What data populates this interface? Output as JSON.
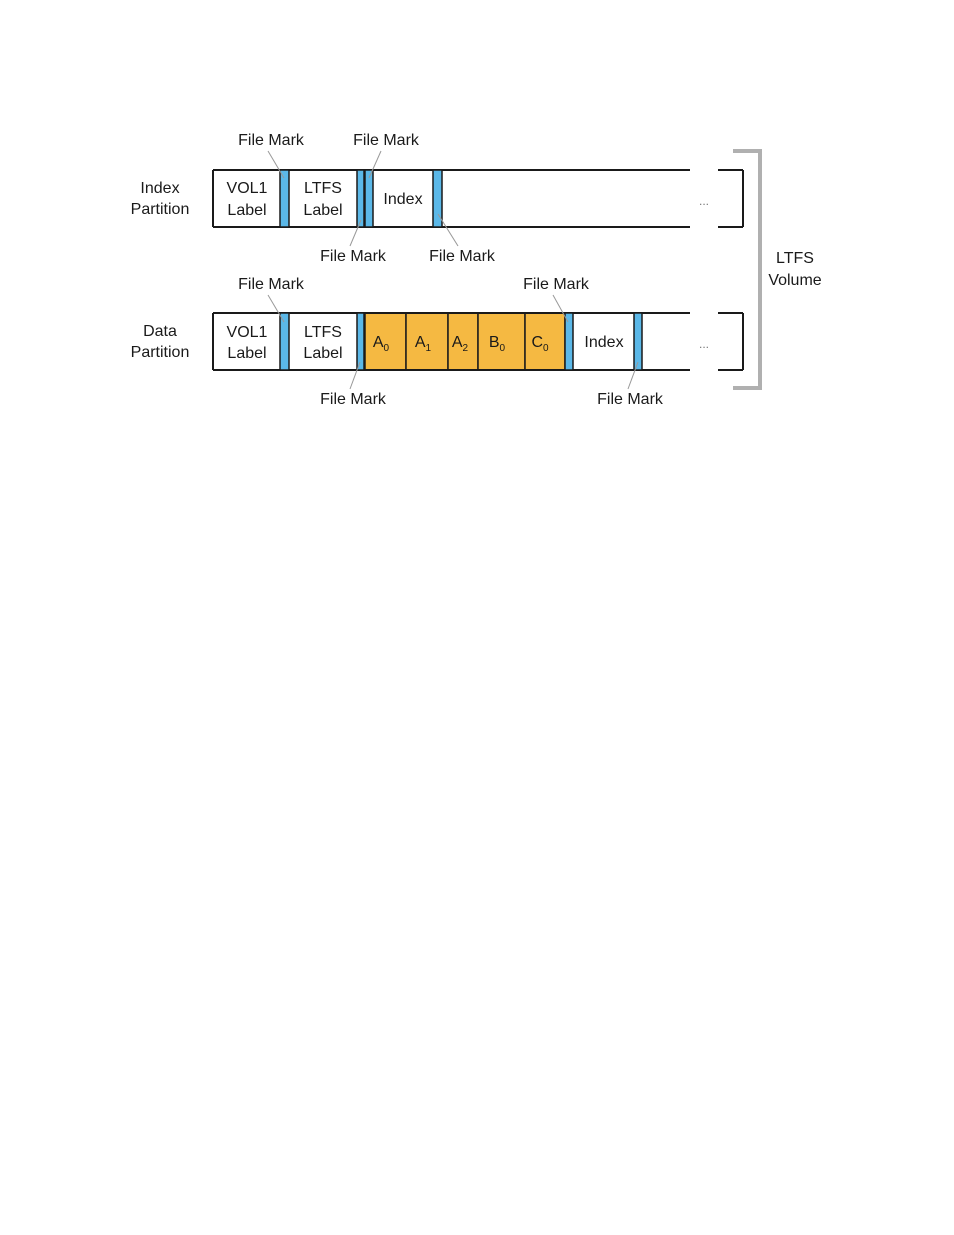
{
  "index_partition": {
    "label_line1": "Index",
    "label_line2": "Partition",
    "cells": {
      "vol1_line1": "VOL1",
      "vol1_line2": "Label",
      "ltfs_line1": "LTFS",
      "ltfs_line2": "Label",
      "index": "Index",
      "ellipsis": "..."
    },
    "file_marks": {
      "top_left": "File Mark",
      "top_right": "File Mark",
      "bottom_left": "File Mark",
      "bottom_right": "File Mark"
    }
  },
  "data_partition": {
    "label_line1": "Data",
    "label_line2": "Partition",
    "cells": {
      "vol1_line1": "VOL1",
      "vol1_line2": "Label",
      "ltfs_line1": "LTFS",
      "ltfs_line2": "Label",
      "index": "Index",
      "ellipsis": "..."
    },
    "data_blocks": [
      {
        "letter": "A",
        "sub": "0"
      },
      {
        "letter": "A",
        "sub": "1"
      },
      {
        "letter": "A",
        "sub": "2"
      },
      {
        "letter": "B",
        "sub": "0"
      },
      {
        "letter": "C",
        "sub": "0"
      }
    ],
    "file_marks": {
      "top_left": "File Mark",
      "top_right": "File Mark",
      "bottom_left": "File Mark",
      "bottom_right": "File Mark"
    }
  },
  "volume": {
    "label_line1": "LTFS",
    "label_line2": "Volume"
  },
  "colors": {
    "file_mark": "#5bb8e8",
    "data_block": "#f5b942",
    "outline": "#1a1a1a",
    "bracket": "#b0b0b0",
    "leader": "#999999"
  }
}
